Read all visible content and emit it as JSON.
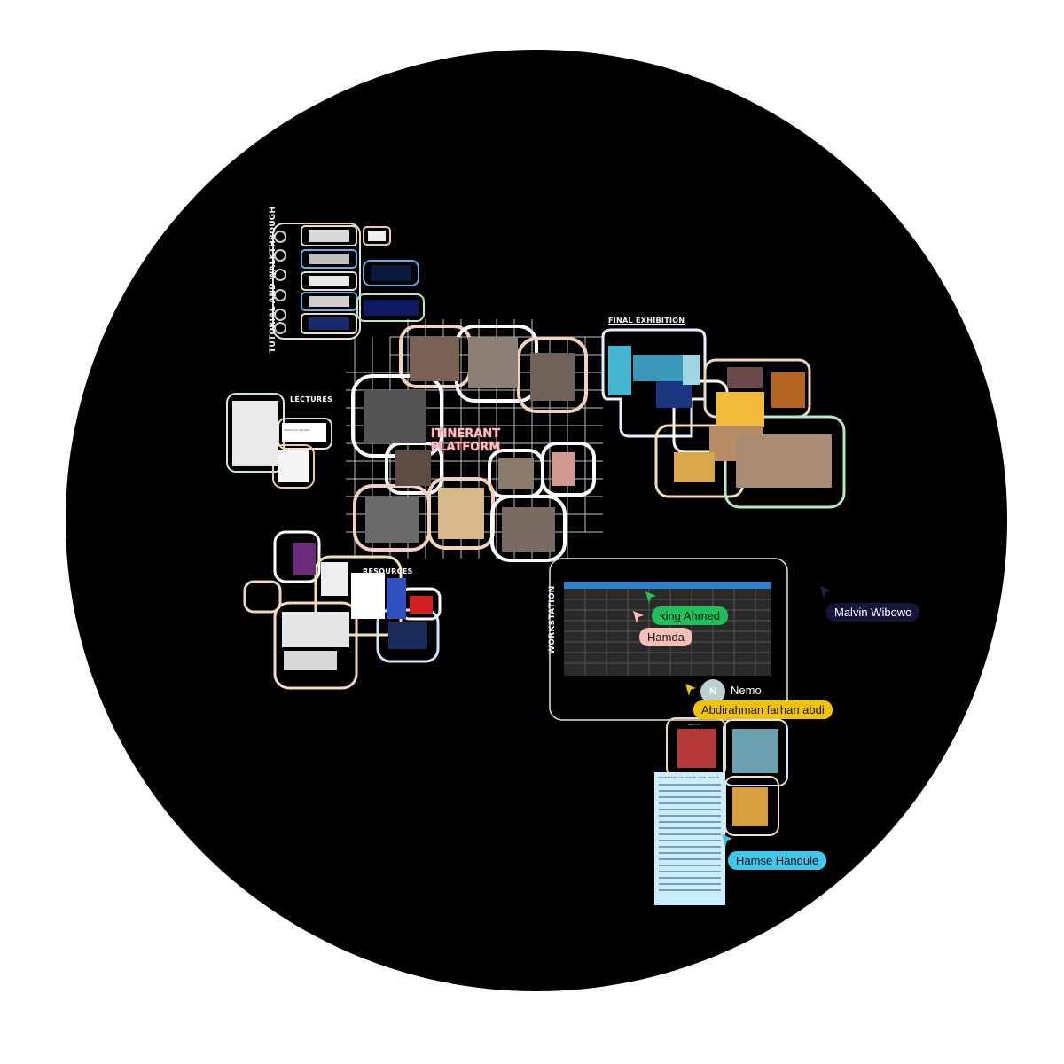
{
  "sections": {
    "tutorial": "TUTORIAL AND WALKTHROUGH",
    "lectures": "LECTURES",
    "final_exhibition": "FINAL EXHIBITION",
    "resources": "RESOURCES",
    "workstation": "WORKSTATION",
    "itinerant": "ITINERANT PLATFORM"
  },
  "lecture_card_text": "Lecture by: Kendall",
  "palette_label": "PALETTE",
  "collaborators": [
    {
      "name": "king Ahmed",
      "color": "#1ec05a",
      "text_color": "#111111"
    },
    {
      "name": "Hamda",
      "color": "#f4c0b8",
      "text_color": "#111111"
    },
    {
      "name": "Malvin Wibowo",
      "color": "#14163a",
      "text_color": "#ffffff"
    },
    {
      "name": "Abdirahman farhan abdi",
      "color": "#f2c300",
      "text_color": "#111111"
    },
    {
      "name": "Hamse Handule",
      "color": "#3fc8ea",
      "text_color": "#111111"
    }
  ],
  "current_user": {
    "initial": "N",
    "name": "Nemo"
  },
  "instructions_title": "INSTRUCTIONS FOR LOADING COLOR PALETTE",
  "colors": {
    "board": "#000000",
    "page": "#ffffff",
    "workstation_border": "#f3e3c0",
    "instructions_bg": "#c9ecff"
  }
}
